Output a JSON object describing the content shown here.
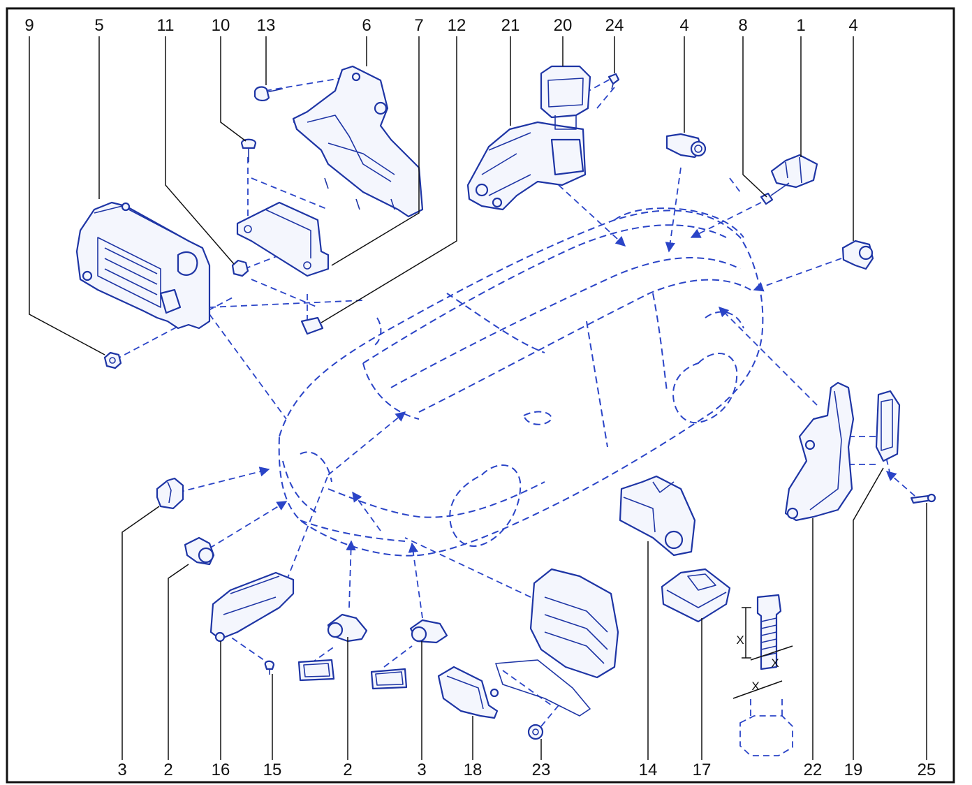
{
  "callouts": {
    "c9": "9",
    "c5": "5",
    "c11": "11",
    "c10": "10",
    "c13": "13",
    "c6": "6",
    "c7": "7",
    "c12": "12",
    "c21": "21",
    "c20": "20",
    "c24": "24",
    "c4a": "4",
    "c8": "8",
    "c1": "1",
    "c4b": "4",
    "c3a": "3",
    "c2a": "2",
    "c16": "16",
    "c15": "15",
    "c2b": "2",
    "c3b": "3",
    "c18": "18",
    "c23": "23",
    "c14": "14",
    "c17": "17",
    "c22": "22",
    "c19": "19",
    "c25": "25"
  },
  "dimension_marks": {
    "x1": "X",
    "x2": "X",
    "x3": "X"
  },
  "colors": {
    "part_line": "#1e35a5",
    "dash_line": "#2a44c7",
    "part_fill": "#f4f6fd",
    "label": "#111111"
  }
}
